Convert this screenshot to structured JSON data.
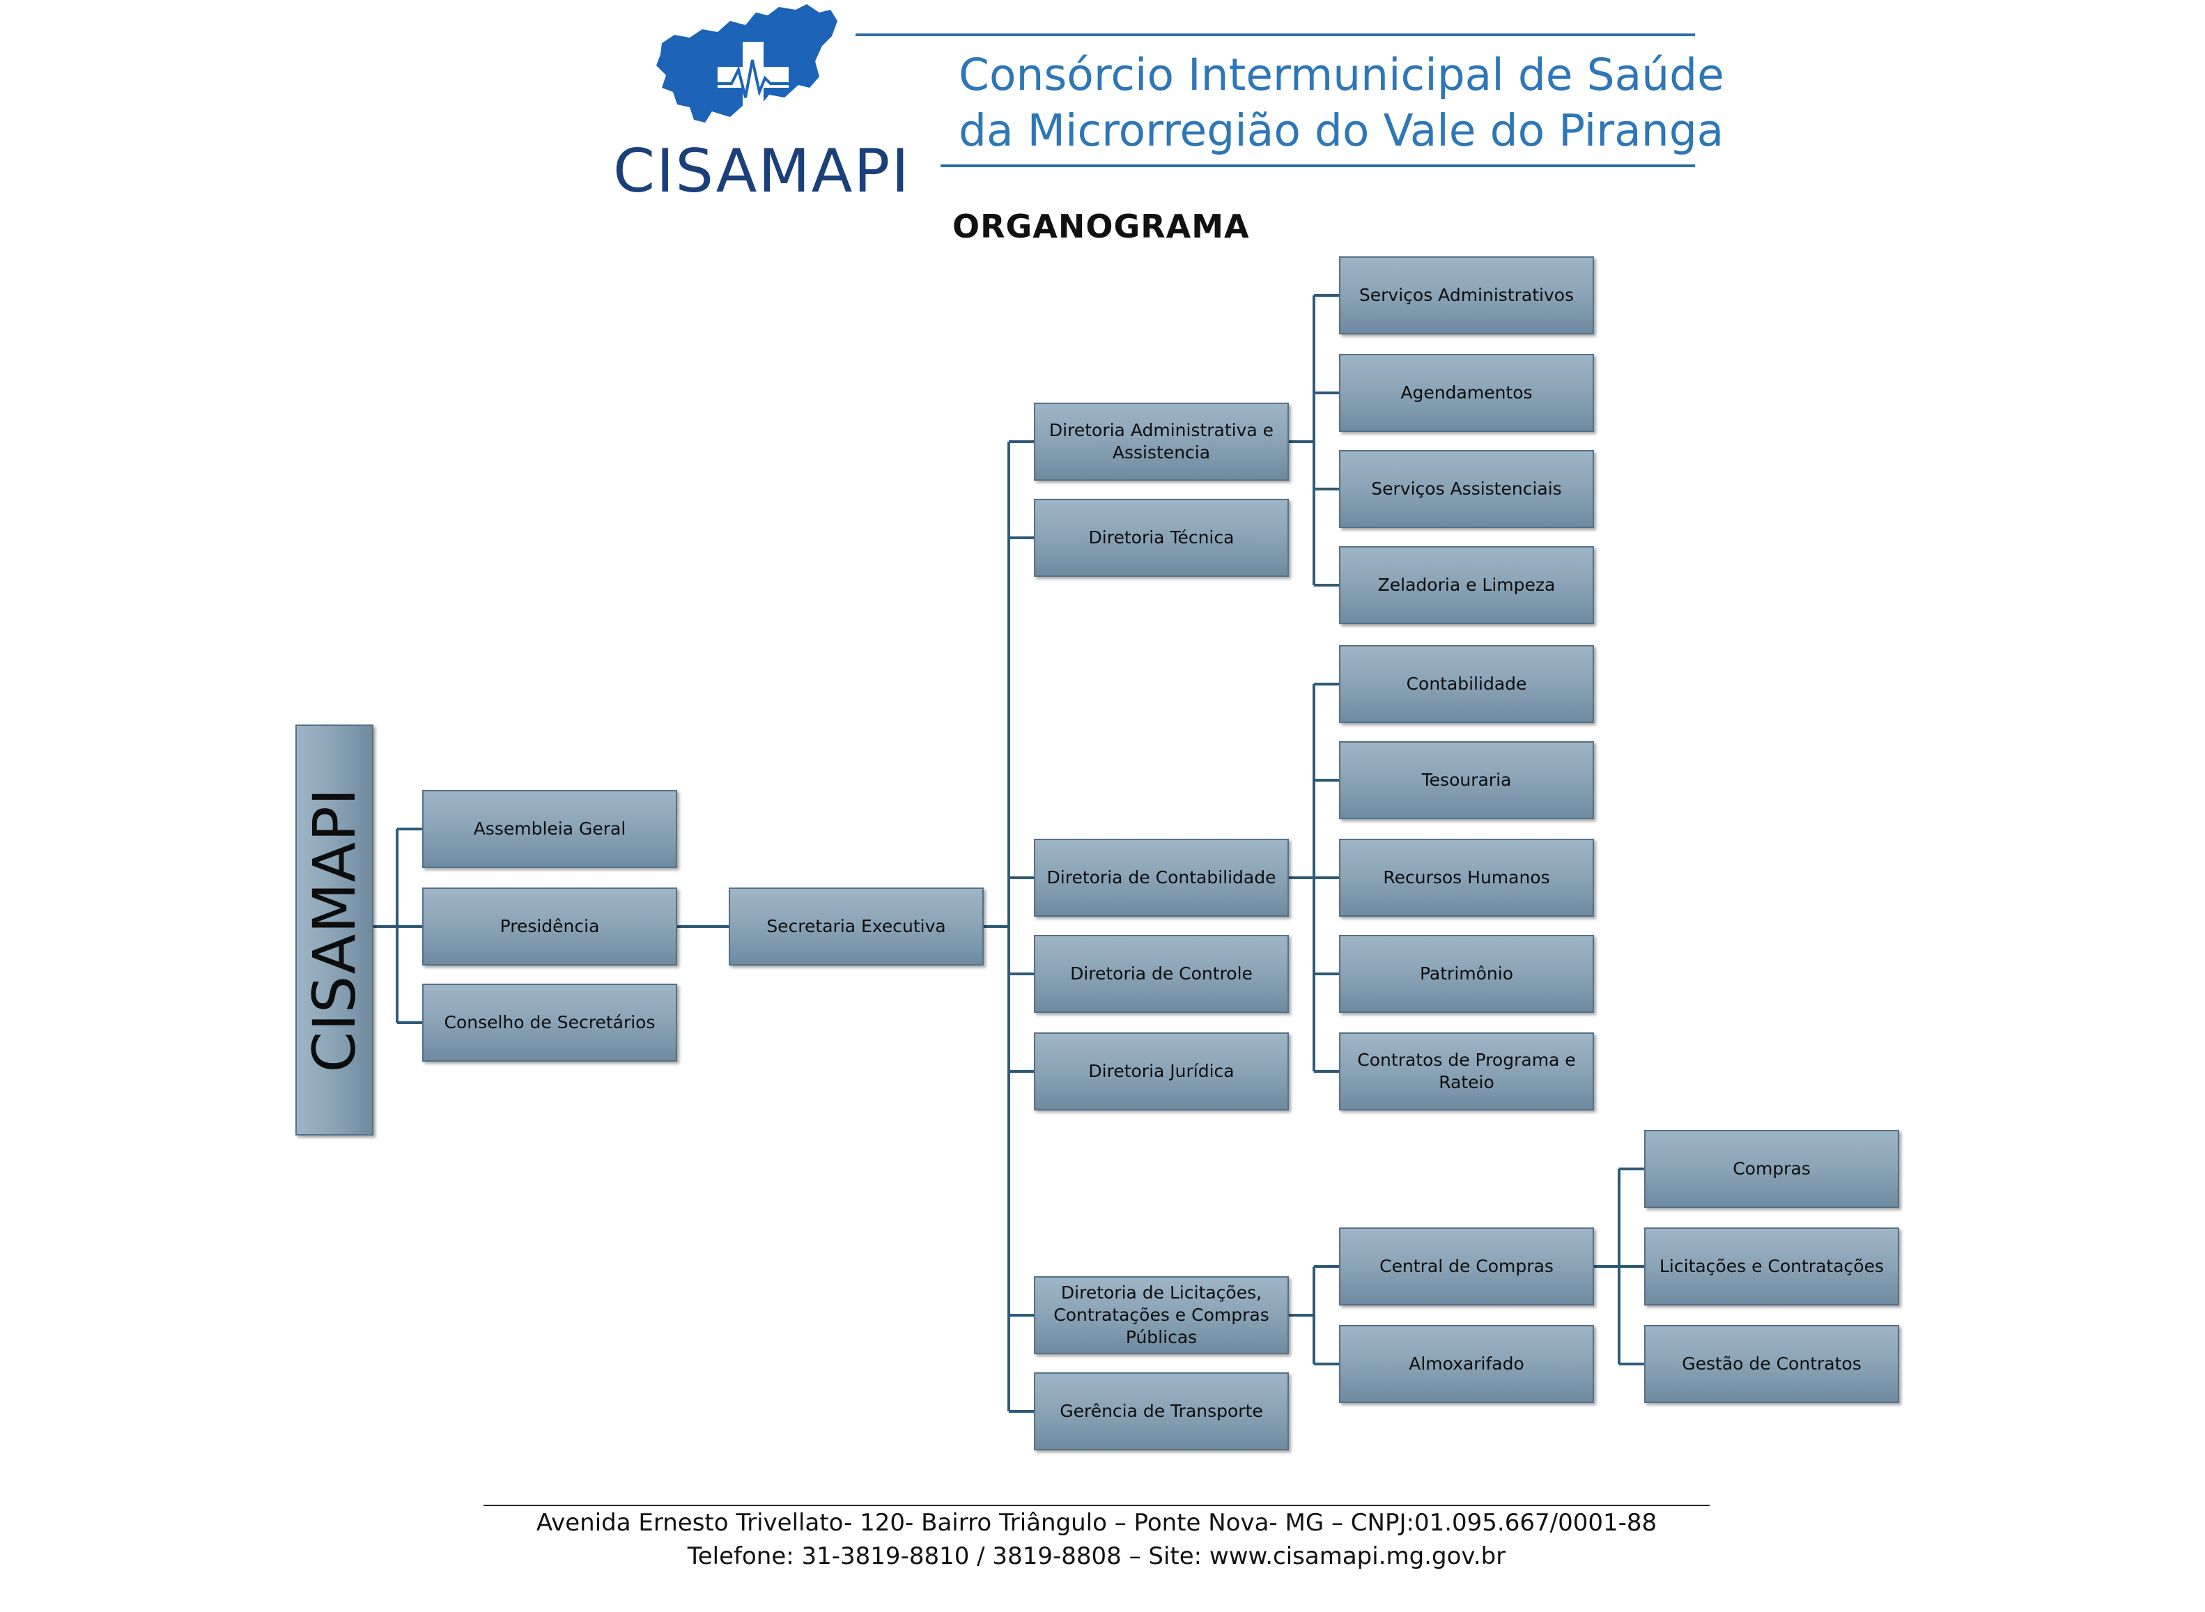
{
  "header": {
    "logo_text": "CISAMAPI",
    "title_line1": "Consórcio Intermunicipal de Saúde",
    "title_line2": "da Microrregião do Vale do Piranga",
    "brand_color": "#2d77b8",
    "logo_color": "#1a3f7a",
    "logo_icon": "map-with-medical-cross-and-heartbeat"
  },
  "page_title": "ORGANOGRAMA",
  "org": {
    "root": "CISAMAPI",
    "assembleia_geral": "Assembleia Geral",
    "presidencia": "Presidência",
    "conselho_secretarios": "Conselho de Secretários",
    "secretaria_executiva": "Secretaria Executiva",
    "dir_admin": "Diretoria Administrativa e Assistencia",
    "dir_tecnica": "Diretoria Técnica",
    "dir_contabilidade": "Diretoria de Contabilidade",
    "dir_controle": "Diretoria de Controle",
    "dir_juridica": "Diretoria Jurídica",
    "dir_licitacoes": "Diretoria de Licitações, Contratações e Compras Públicas",
    "ger_transporte": "Gerência de Transporte",
    "servicos_admin": "Serviços Administrativos",
    "agendamentos": "Agendamentos",
    "servicos_assist": "Serviços Assistenciais",
    "zeladoria": "Zeladoria e Limpeza",
    "contabilidade": "Contabilidade",
    "tesouraria": "Tesouraria",
    "recursos_humanos": "Recursos Humanos",
    "patrimonio": "Patrimônio",
    "contratos_programa": "Contratos de Programa e Rateio",
    "central_compras": "Central de Compras",
    "almoxarifado": "Almoxarifado",
    "compras": "Compras",
    "licitacoes_contratacoes": "Licitações e Contratações",
    "gestao_contratos": "Gestão de Contratos",
    "box_color": "#8aa3b6",
    "connector_color": "#2e5a78"
  },
  "footer": {
    "line1": "Avenida Ernesto Trivellato- 120- Bairro Triângulo – Ponte Nova- MG – CNPJ:01.095.667/0001-88",
    "line2": "Telefone:  31-3819-8810 / 3819-8808 – Site: www.cisamapi.mg.gov.br"
  }
}
